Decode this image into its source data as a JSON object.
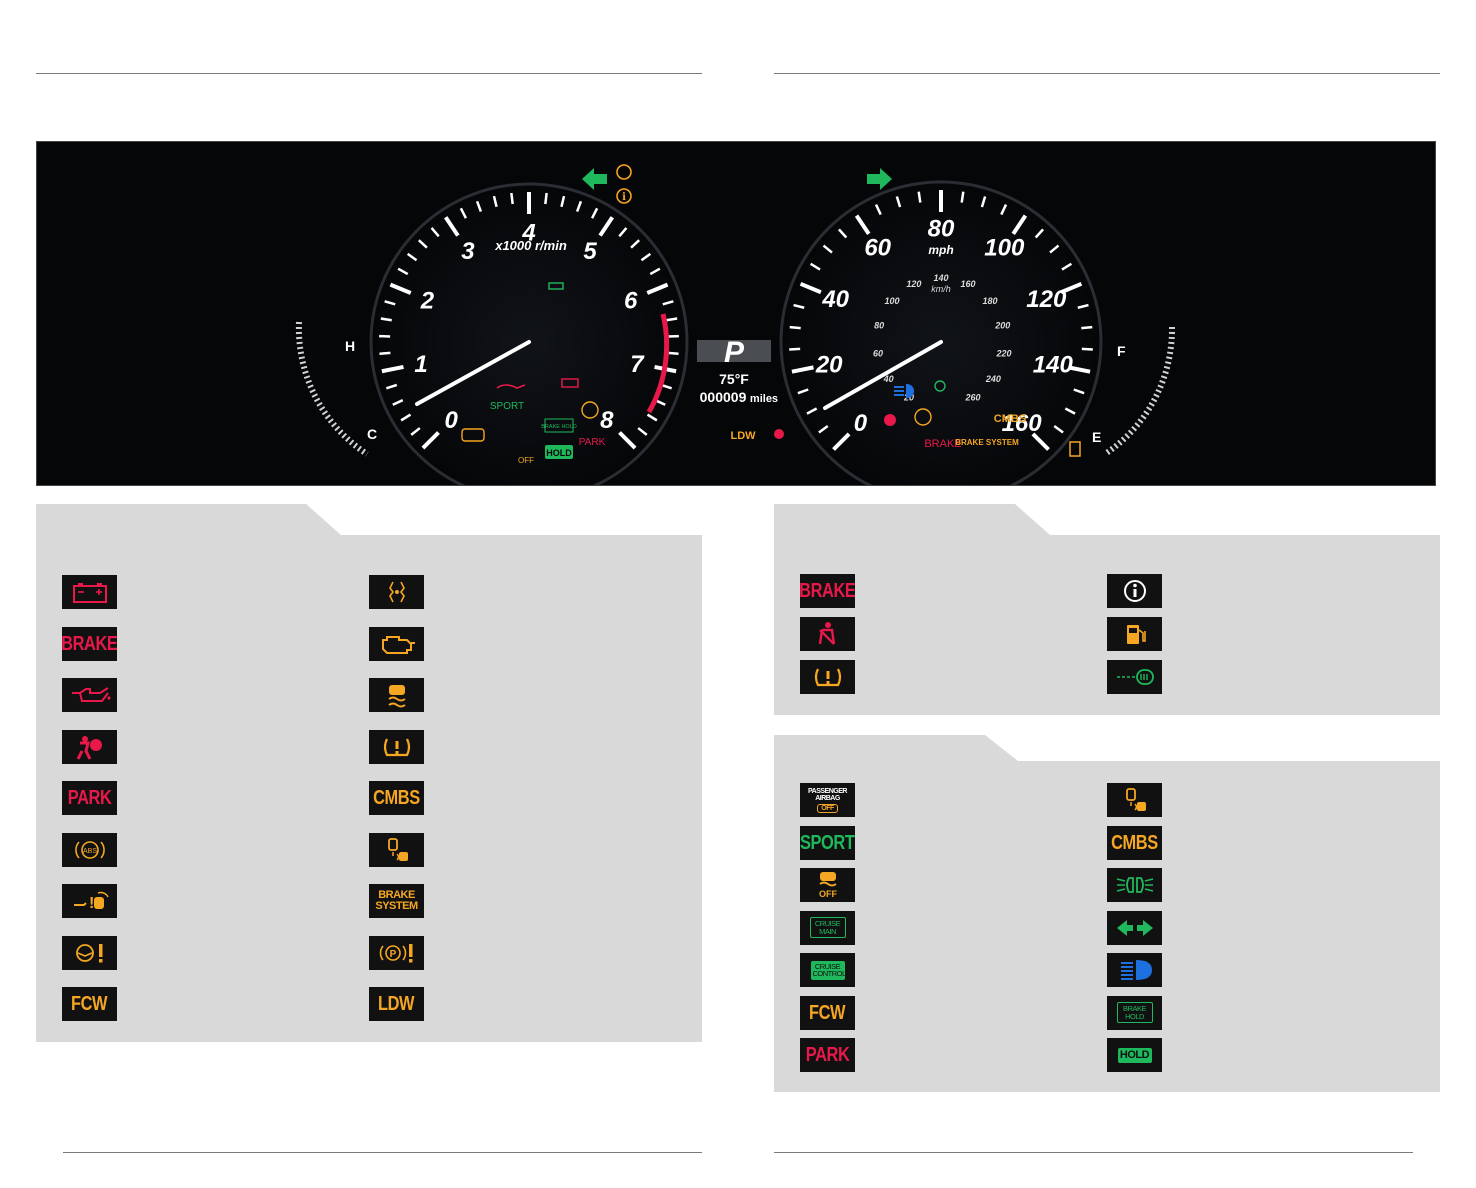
{
  "cluster": {
    "tach_numbers": [
      "0",
      "1",
      "2",
      "3",
      "4",
      "5",
      "6",
      "7",
      "8"
    ],
    "tach_unit": "x1000 r/min",
    "speed_mph": [
      "0",
      "20",
      "40",
      "60",
      "80",
      "100",
      "120",
      "140",
      "160"
    ],
    "speed_unit": "mph",
    "speed_kmh": [
      "20",
      "40",
      "60",
      "80",
      "100",
      "120",
      "140",
      "160",
      "180",
      "200",
      "220",
      "240",
      "260"
    ],
    "speed_kmh_unit": "km/h",
    "gear": "P",
    "temperature": "75°F",
    "odometer": "000009",
    "odometer_unit": "miles",
    "temp_gauge": {
      "hot": "H",
      "cold": "C"
    },
    "fuel_gauge": {
      "full": "F",
      "empty": "E"
    },
    "labels": {
      "sport": "SPORT",
      "park": "PARK",
      "brake_hold": "BRAKE HOLD",
      "hold": "HOLD",
      "off": "OFF",
      "ldw": "LDW",
      "cmbs": "CMBS",
      "brake": "BRAKE",
      "brake_system": "BRAKE SYSTEM"
    },
    "colors": {
      "red": "#e8194a",
      "amber": "#f5a623",
      "green": "#1fb85c",
      "blue": "#1e6fe0",
      "white": "#ffffff"
    }
  },
  "panel_left": {
    "col1": [
      {
        "icon": "battery-icon",
        "color": "red"
      },
      {
        "text": "BRAKE",
        "color": "red"
      },
      {
        "icon": "oil-pressure-icon",
        "color": "red"
      },
      {
        "icon": "airbag-icon",
        "color": "red"
      },
      {
        "text": "PARK",
        "color": "red"
      },
      {
        "icon": "abs-icon",
        "color": "amber"
      },
      {
        "icon": "road-departure-icon",
        "color": "amber"
      },
      {
        "icon": "steering-warning-icon",
        "color": "amber"
      },
      {
        "text": "FCW",
        "color": "amber"
      }
    ],
    "col2": [
      {
        "icon": "transmission-icon",
        "color": "amber"
      },
      {
        "icon": "check-engine-icon",
        "color": "amber"
      },
      {
        "icon": "stability-control-icon",
        "color": "amber"
      },
      {
        "icon": "tire-pressure-icon",
        "color": "amber"
      },
      {
        "text": "CMBS",
        "color": "amber"
      },
      {
        "icon": "blind-spot-icon",
        "color": "amber"
      },
      {
        "text": "BRAKE SYSTEM",
        "color": "amber"
      },
      {
        "icon": "parking-brake-warning-icon",
        "color": "amber"
      },
      {
        "text": "LDW",
        "color": "amber"
      }
    ]
  },
  "panel_right_top": {
    "col1": [
      {
        "text": "BRAKE",
        "color": "red"
      },
      {
        "icon": "seatbelt-icon",
        "color": "red"
      },
      {
        "icon": "tire-pressure-icon",
        "color": "amber"
      }
    ],
    "col2": [
      {
        "icon": "info-icon",
        "color": "white"
      },
      {
        "icon": "fuel-icon",
        "color": "amber"
      },
      {
        "icon": "key-icon",
        "color": "green"
      }
    ]
  },
  "panel_right_bottom": {
    "col1": [
      {
        "text": "PASSENGER AIRBAG",
        "sub": "OFF",
        "color": "white"
      },
      {
        "text": "SPORT",
        "color": "green"
      },
      {
        "icon": "stability-off-icon",
        "text": "OFF",
        "color": "amber"
      },
      {
        "text": "CRUISE MAIN",
        "color": "green",
        "boxed": true
      },
      {
        "text": "CRUISE CONTROL",
        "color": "green",
        "filled": true
      },
      {
        "text": "FCW",
        "color": "amber"
      },
      {
        "text": "PARK",
        "color": "red"
      }
    ],
    "col2": [
      {
        "icon": "blind-spot-icon",
        "color": "amber"
      },
      {
        "text": "CMBS",
        "color": "amber"
      },
      {
        "icon": "fog-light-icon",
        "color": "green"
      },
      {
        "icon": "turn-signal-icon",
        "color": "green"
      },
      {
        "icon": "high-beam-icon",
        "color": "blue"
      },
      {
        "text": "BRAKE HOLD",
        "color": "green",
        "boxed": true
      },
      {
        "text": "HOLD",
        "color": "green",
        "filled": true
      }
    ]
  }
}
